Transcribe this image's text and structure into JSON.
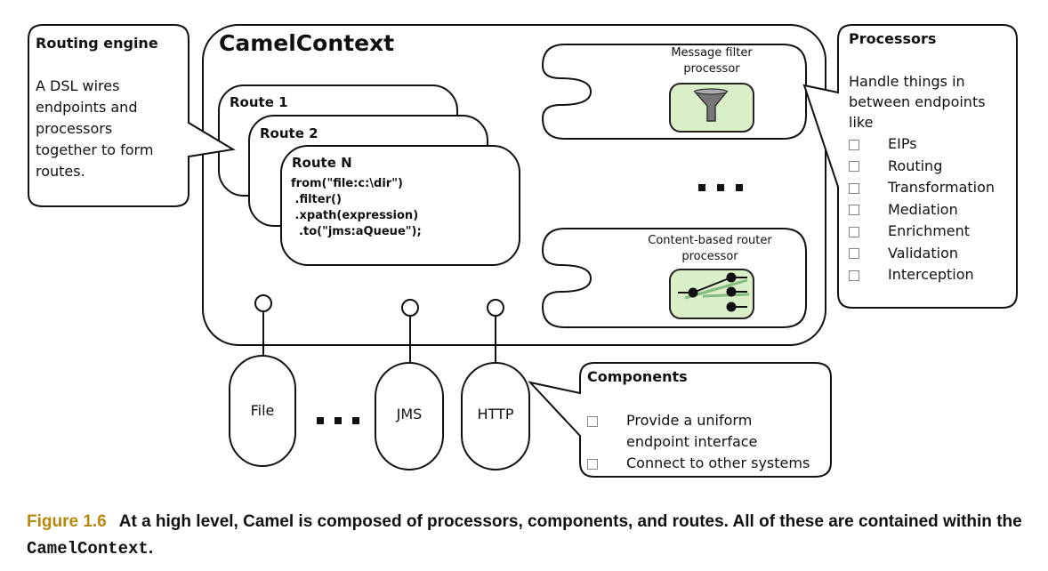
{
  "camel_context": {
    "title": "CamelContext"
  },
  "routing_engine": {
    "title": "Routing engine",
    "description_lines": [
      "A DSL wires",
      "endpoints and",
      "processors",
      "together to form",
      "routes."
    ]
  },
  "routes": {
    "route1": "Route 1",
    "route2": "Route 2",
    "routeN": "Route N",
    "code_lines": [
      "from(\"file:c:\\dir\")",
      " .filter()",
      " .xpath(expression)",
      "  .to(\"jms:aQueue\");"
    ]
  },
  "processors": {
    "title": "Processors",
    "description_lines": [
      "Handle things in",
      "between endpoints",
      "like"
    ],
    "items": [
      "EIPs",
      "Routing",
      "Transformation",
      "Mediation",
      "Enrichment",
      "Validation",
      "Interception"
    ],
    "message_filter_lines": [
      "Message filter",
      "processor"
    ],
    "content_router_lines": [
      "Content-based router",
      "processor"
    ],
    "ellipsis": "..."
  },
  "components": {
    "title": "Components",
    "items": [
      [
        "Provide a uniform",
        "endpoint interface"
      ],
      [
        "Connect to other systems"
      ]
    ],
    "endpoints": [
      "File",
      "JMS",
      "HTTP"
    ],
    "ellipsis": "..."
  },
  "caption": {
    "figure": "Figure 1.6",
    "text_part1": "At a high level, Camel is composed of processors, components, and routes. All of these are contained within the ",
    "code": "CamelContext",
    "text_part2": "."
  },
  "colors": {
    "processor_fill": "#d8efc8",
    "processor_stroke": "#222222",
    "caption_accent": "#b8860b"
  }
}
